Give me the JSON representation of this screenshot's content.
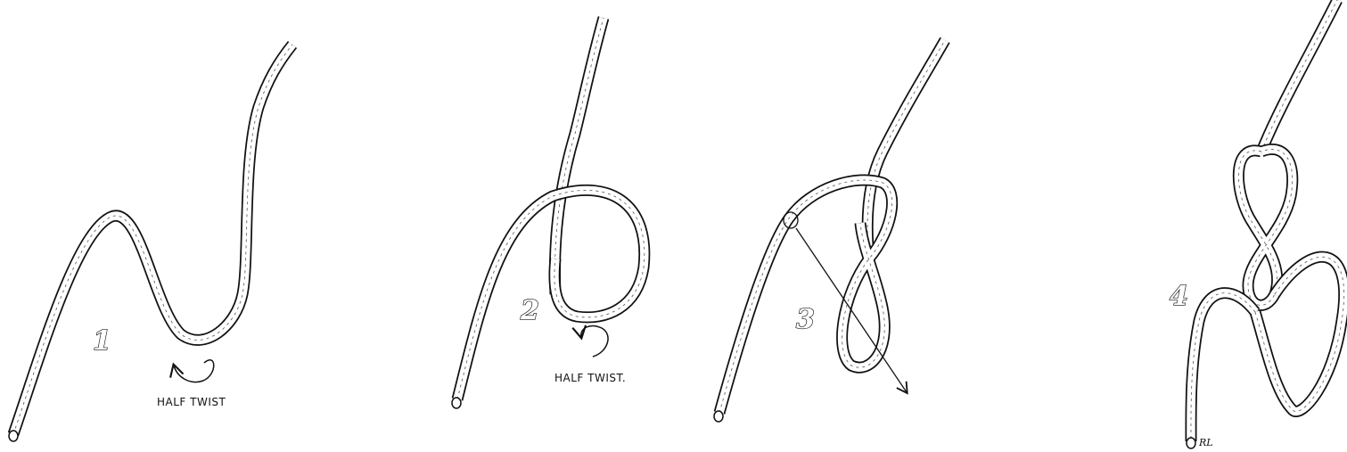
{
  "figure": {
    "steps": [
      {
        "number": "1",
        "annotation": "HALF TWIST"
      },
      {
        "number": "2",
        "annotation": "HALF TWIST."
      },
      {
        "number": "3"
      },
      {
        "number": "4"
      }
    ],
    "initials": "RL"
  },
  "style": {
    "ink": "#111111",
    "rope_fill": "#ffffff",
    "hatch": "#555555",
    "background": "#ffffff"
  }
}
